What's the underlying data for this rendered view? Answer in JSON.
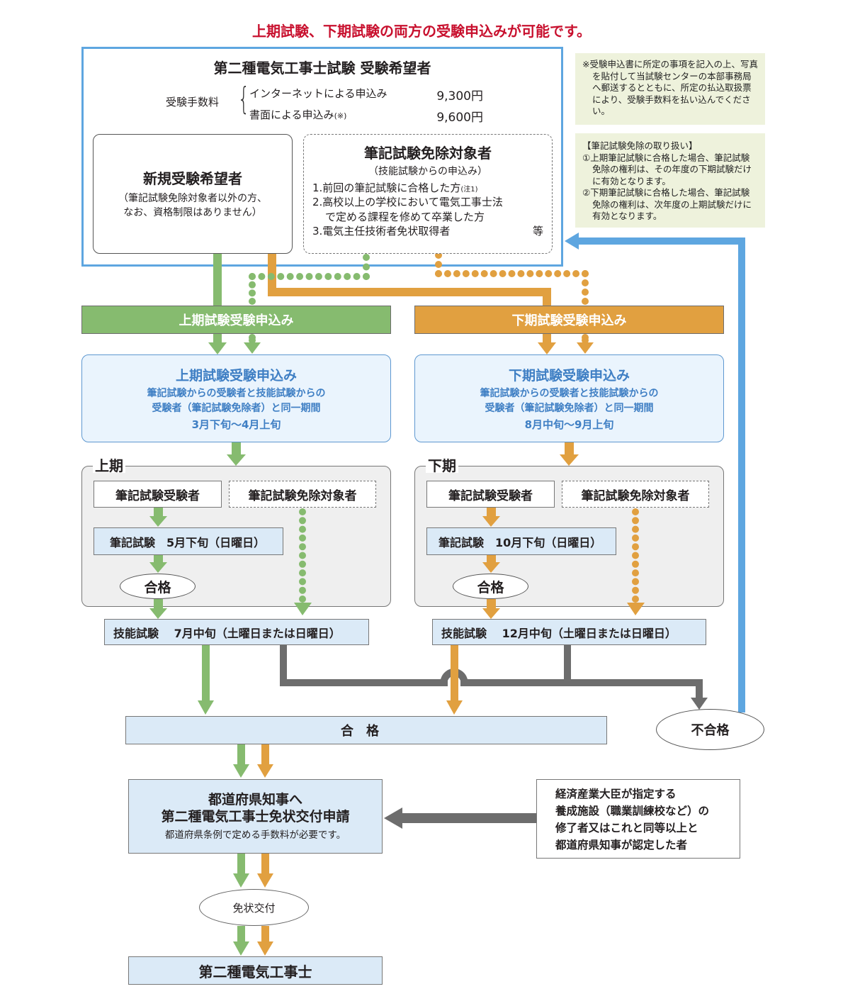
{
  "headline": "上期試験、下期試験の両方の受験申込みが可能です。",
  "applicant": {
    "title": "第二種電気工事士試験 受験希望者",
    "fee_label": "受験手数料",
    "fees": [
      {
        "method": "インターネットによる申込み",
        "note": "",
        "amount": "9,300円"
      },
      {
        "method": "書面による申込み",
        "note": "(※)",
        "amount": "9,600円"
      }
    ],
    "new_applicant": {
      "title": "新規受験希望者",
      "lines": [
        "（筆記試験免除対象者以外の方、",
        "なお、資格制限はありません）"
      ]
    },
    "exempt_applicant": {
      "title": "筆記試験免除対象者",
      "subtitle": "（技能試験からの申込み）",
      "items": [
        {
          "text": "1.前回の筆記試験に合格した方",
          "note": "(注1)"
        },
        {
          "text": "2.高校以上の学校において電気工事士法",
          "cont": "で定める課程を修めて卒業した方"
        },
        {
          "text": "3.電気主任技術者免状取得者",
          "suffix": "等"
        }
      ]
    }
  },
  "notes": {
    "mail_note": [
      "※受験申込書に所定の事項を記入の上、写真を貼付して当試験センターの本部事務局へ郵送するとともに、所定の払込取扱票により、受験手数料を払い込んでください。"
    ],
    "exemption_title": "【筆記試験免除の取り扱い】",
    "exemption_rules": [
      "①上期筆記試験に合格した場合、筆記試験免除の権利は、その年度の下期試験だけに有効となります。",
      "②下期筆記試験に合格した場合、筆記試験免除の権利は、次年度の上期試験だけに有効となります。"
    ]
  },
  "first_half": {
    "band": "上期試験受験申込み",
    "apply_title": "上期試験受験申込み",
    "apply_lines": [
      "筆記試験からの受験者と技能試験からの",
      "受験者（筆記試験免除者）と同一期間"
    ],
    "apply_period": "3月下旬～4月上旬",
    "period_label": "上期",
    "written_candidate": "筆記試験受験者",
    "exempt_candidate": "筆記試験免除対象者",
    "written_exam": "筆記試験　5月下旬（日曜日）",
    "pass": "合格",
    "skill_exam": "技能試験　 7月中旬（土曜日または日曜日）"
  },
  "second_half": {
    "band": "下期試験受験申込み",
    "apply_title": "下期試験受験申込み",
    "apply_lines": [
      "筆記試験からの受験者と技能試験からの",
      "受験者（筆記試験免除者）と同一期間"
    ],
    "apply_period": "8月中旬～9月上旬",
    "period_label": "下期",
    "written_candidate": "筆記試験受験者",
    "exempt_candidate": "筆記試験免除対象者",
    "written_exam": "筆記試験　10月下旬（日曜日）",
    "pass": "合格",
    "skill_exam": "技能試験　 12月中旬（土曜日または日曜日）"
  },
  "result": {
    "pass": "合格",
    "fail": "不合格"
  },
  "license": {
    "apply_title_1": "都道府県知事へ",
    "apply_title_2": "第二種電気工事士免状交付申請",
    "apply_note": "都道府県条例で定める手数料が必要です。",
    "facility_lines": [
      "経済産業大臣が指定する",
      "養成施設（職業訓練校など）の",
      "修了者又はこれと同等以上と",
      "都道府県知事が認定した者"
    ],
    "issue": "免状交付",
    "final": "第二種電気工事士"
  },
  "colors": {
    "headline": "#c8102e",
    "first_half": "#86bb6f",
    "second_half": "#e1a040",
    "fail_path": "#6d6d6d",
    "retry_path": "#5ea6e0",
    "note_bg": "#eef2dc",
    "exam_box_bg": "#dbeaf7",
    "apply_text": "#3f7fc4"
  }
}
